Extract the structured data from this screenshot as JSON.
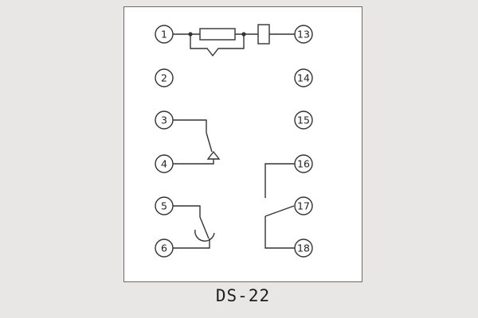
{
  "title": "DS-22",
  "terminals": {
    "left": [
      "1",
      "2",
      "3",
      "4",
      "5",
      "6"
    ],
    "right": [
      "13",
      "14",
      "15",
      "16",
      "17",
      "18"
    ]
  },
  "symbols": {
    "top_circuit": "resistor-with-parallel-contact-and-capacitor",
    "resistor": "resistor-symbol",
    "series_component": "capacitor-symbol",
    "parallel_branch": "normally-open-contact",
    "contact_3_4": "make-contact-symbol",
    "contact_5_6": "delayed-make-contact-symbol",
    "contact_16_17_18": "changeover-contact-symbol"
  },
  "colors": {
    "background": "#e9e7e5",
    "panel": "#ffffff",
    "line": "#333333"
  }
}
